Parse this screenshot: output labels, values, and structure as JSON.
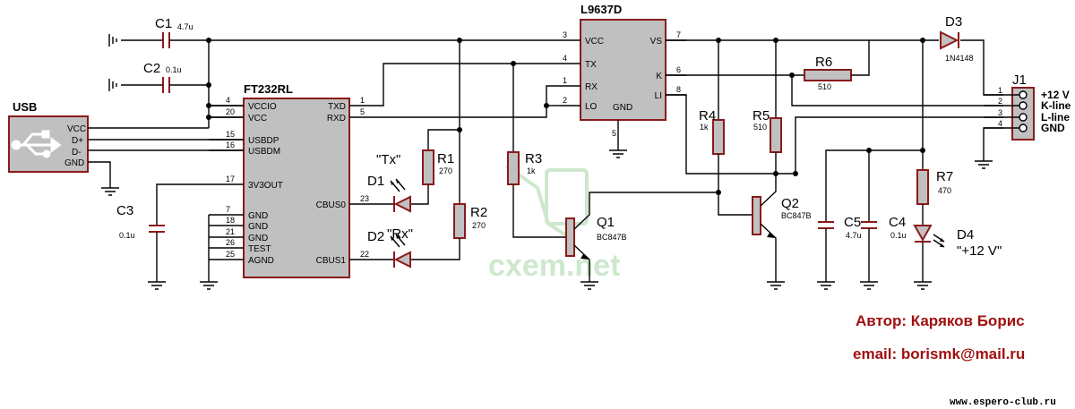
{
  "ics": {
    "ft232": {
      "name": "FT232RL",
      "left_pins": [
        [
          "4",
          "VCCIO"
        ],
        [
          "20",
          "VCC"
        ],
        [
          "15",
          "USBDP"
        ],
        [
          "16",
          "USBDM"
        ],
        [
          "17",
          "3V3OUT"
        ],
        [
          "7",
          "GND"
        ],
        [
          "18",
          "GND"
        ],
        [
          "21",
          "GND"
        ],
        [
          "26",
          "TEST"
        ],
        [
          "25",
          "AGND"
        ]
      ],
      "right_pins": [
        [
          "1",
          "TXD"
        ],
        [
          "5",
          "RXD"
        ],
        [
          "23",
          "CBUS0"
        ],
        [
          "22",
          "CBUS1"
        ]
      ]
    },
    "l9637": {
      "name": "L9637D",
      "left_pins": [
        [
          "3",
          "VCC"
        ],
        [
          "4",
          "TX"
        ],
        [
          "1",
          "RX"
        ],
        [
          "2",
          "LO"
        ]
      ],
      "right_pins": [
        [
          "7",
          "VS"
        ],
        [
          "6",
          "K"
        ],
        [
          "8",
          "LI"
        ]
      ],
      "gnd_label": "GND",
      "gnd_pin": "5"
    }
  },
  "usb": {
    "title": "USB",
    "pins": [
      "VCC",
      "D+",
      "D-",
      "GND"
    ]
  },
  "j1": {
    "name": "J1",
    "pins": [
      "1",
      "2",
      "3",
      "4"
    ],
    "signals": [
      "+12 V",
      "K-line",
      "L-line",
      "GND"
    ]
  },
  "components": {
    "C1": {
      "name": "C1",
      "value": "4.7u"
    },
    "C2": {
      "name": "C2",
      "value": "0.1u"
    },
    "C3": {
      "name": "C3",
      "value": "0.1u"
    },
    "C4": {
      "name": "C4",
      "value": "0.1u"
    },
    "C5": {
      "name": "C5",
      "value": "4.7u"
    },
    "R1": {
      "name": "R1",
      "value": "270"
    },
    "R2": {
      "name": "R2",
      "value": "270"
    },
    "R3": {
      "name": "R3",
      "value": "1k"
    },
    "R4": {
      "name": "R4",
      "value": "1k"
    },
    "R5": {
      "name": "R5",
      "value": "510"
    },
    "R6": {
      "name": "R6",
      "value": "510"
    },
    "R7": {
      "name": "R7",
      "value": "470"
    },
    "D1": {
      "name": "D1",
      "label": "\"Tx\""
    },
    "D2": {
      "name": "D2",
      "label": "\"Rx\""
    },
    "D3": {
      "name": "D3",
      "value": "1N4148"
    },
    "D4": {
      "name": "D4",
      "label": "\"+12 V\""
    },
    "Q1": {
      "name": "Q1",
      "value": "BC847B"
    },
    "Q2": {
      "name": "Q2",
      "value": "BC847B"
    }
  },
  "watermark": "cxem.net",
  "author": "Автор: Каряков Борис",
  "email": "email: borismk@mail.ru",
  "site": "www.espero-club.ru"
}
